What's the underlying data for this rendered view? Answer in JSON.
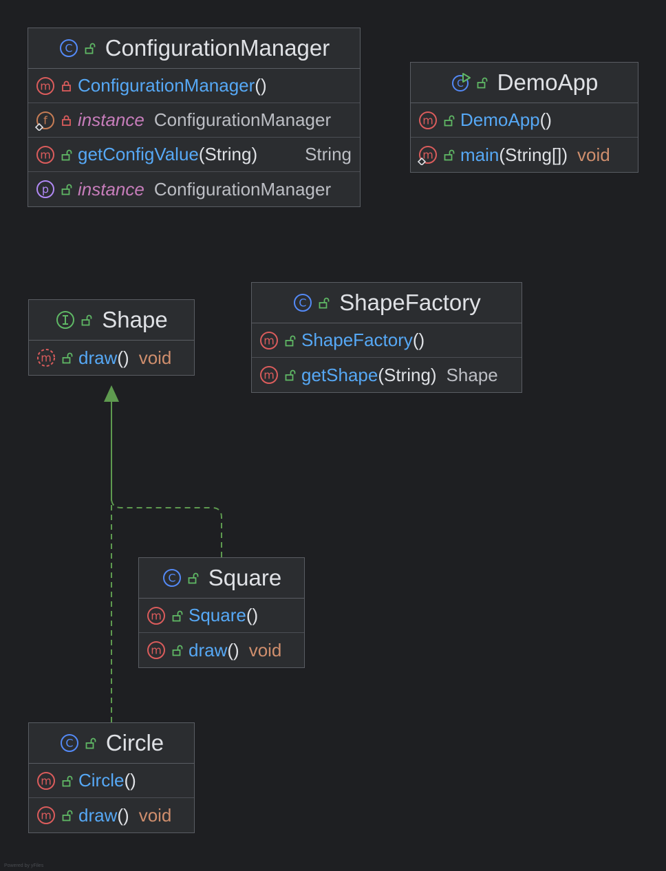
{
  "diagram": {
    "classes": [
      {
        "key": "configuration_manager",
        "kind": "class",
        "name": "ConfigurationManager",
        "members": [
          {
            "icon": "method",
            "visibility": "private",
            "name": "ConfigurationManager",
            "params": "()",
            "type": ""
          },
          {
            "icon": "field",
            "visibility": "private",
            "static": true,
            "keyword": "instance",
            "type": "ConfigurationManager"
          },
          {
            "icon": "method",
            "visibility": "public",
            "name": "getConfigValue",
            "params": "(String)",
            "type": "String"
          },
          {
            "icon": "property",
            "visibility": "public",
            "keyword": "instance",
            "type": "ConfigurationManager"
          }
        ]
      },
      {
        "key": "demo_app",
        "kind": "runnable-class",
        "name": "DemoApp",
        "members": [
          {
            "icon": "method",
            "visibility": "public",
            "name": "DemoApp",
            "params": "()",
            "type": ""
          },
          {
            "icon": "method",
            "visibility": "public",
            "static": true,
            "name": "main",
            "params": "(String[])",
            "type": "void"
          }
        ]
      },
      {
        "key": "shape",
        "kind": "interface",
        "name": "Shape",
        "members": [
          {
            "icon": "abstract-method",
            "visibility": "public",
            "name": "draw",
            "params": "()",
            "type": "void"
          }
        ]
      },
      {
        "key": "shape_factory",
        "kind": "class",
        "name": "ShapeFactory",
        "members": [
          {
            "icon": "method",
            "visibility": "public",
            "name": "ShapeFactory",
            "params": "()",
            "type": ""
          },
          {
            "icon": "method",
            "visibility": "public",
            "name": "getShape",
            "params": "(String)",
            "type": "Shape"
          }
        ]
      },
      {
        "key": "square",
        "kind": "class",
        "name": "Square",
        "members": [
          {
            "icon": "method",
            "visibility": "public",
            "name": "Square",
            "params": "()",
            "type": ""
          },
          {
            "icon": "method",
            "visibility": "public",
            "name": "draw",
            "params": "()",
            "type": "void"
          }
        ]
      },
      {
        "key": "circle",
        "kind": "class",
        "name": "Circle",
        "members": [
          {
            "icon": "method",
            "visibility": "public",
            "name": "Circle",
            "params": "()",
            "type": ""
          },
          {
            "icon": "method",
            "visibility": "public",
            "name": "draw",
            "params": "()",
            "type": "void"
          }
        ]
      }
    ],
    "relations": [
      {
        "from": "square",
        "to": "shape",
        "type": "realization"
      },
      {
        "from": "circle",
        "to": "shape",
        "type": "realization"
      }
    ],
    "footer": "Powered by yFiles"
  },
  "colors": {
    "background": "#1e1f22",
    "node_fill": "#2b2d30",
    "node_border": "#5a5d63",
    "member_name": "#56a8f5",
    "return_void": "#cf8e6d",
    "keyword": "#c77dbb",
    "class_icon": "#548af7",
    "method_icon": "#db5c5c",
    "field_icon": "#c77d55",
    "property_icon": "#b189f5",
    "interface_icon": "#5fb865",
    "visibility_public": "#5fb865",
    "visibility_private": "#db5c5c",
    "realization_line": "#5e9a4f"
  }
}
